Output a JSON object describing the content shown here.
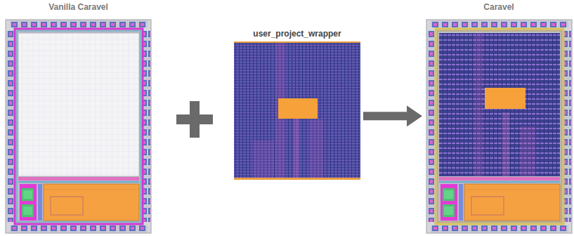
{
  "diagram": {
    "nodes": [
      {
        "text": [
          "Vanilla Caravel"
        ]
      },
      {
        "text": [
          "user_project_wrapper"
        ]
      },
      {
        "text": [
          "Caravel"
        ]
      }
    ],
    "edges": [
      {
        "from": 1,
        "to": 2,
        "arrow": "to"
      }
    ]
  }
}
